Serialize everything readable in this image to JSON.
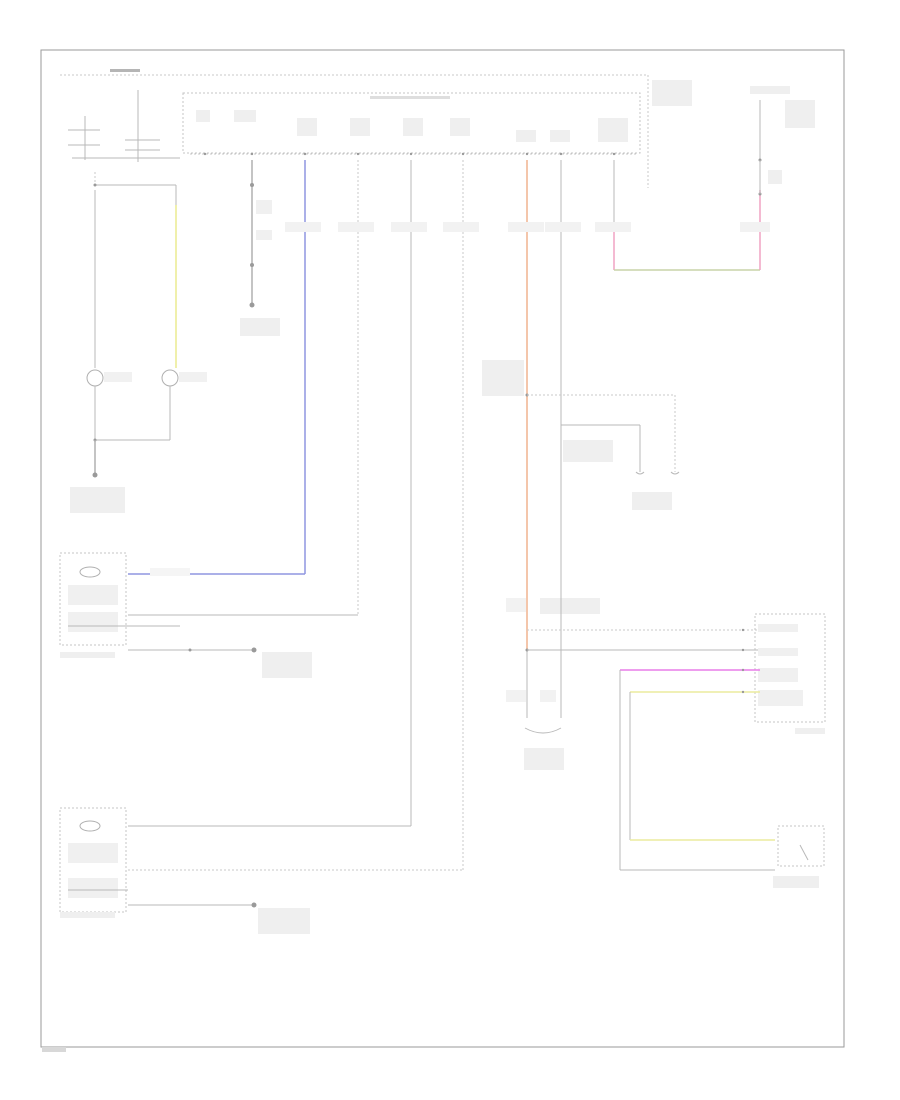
{
  "diagram": {
    "page_number": "",
    "title": "",
    "components": [
      {
        "id": "headlight_switch_module",
        "label": ""
      },
      {
        "id": "left_headlamp",
        "label": ""
      },
      {
        "id": "right_headlamp",
        "label": ""
      },
      {
        "id": "instrument_cluster",
        "label": ""
      },
      {
        "id": "auto_headlamp_sensor",
        "label": ""
      },
      {
        "id": "left_park_lamp",
        "label": ""
      },
      {
        "id": "right_park_lamp",
        "label": ""
      }
    ]
  }
}
